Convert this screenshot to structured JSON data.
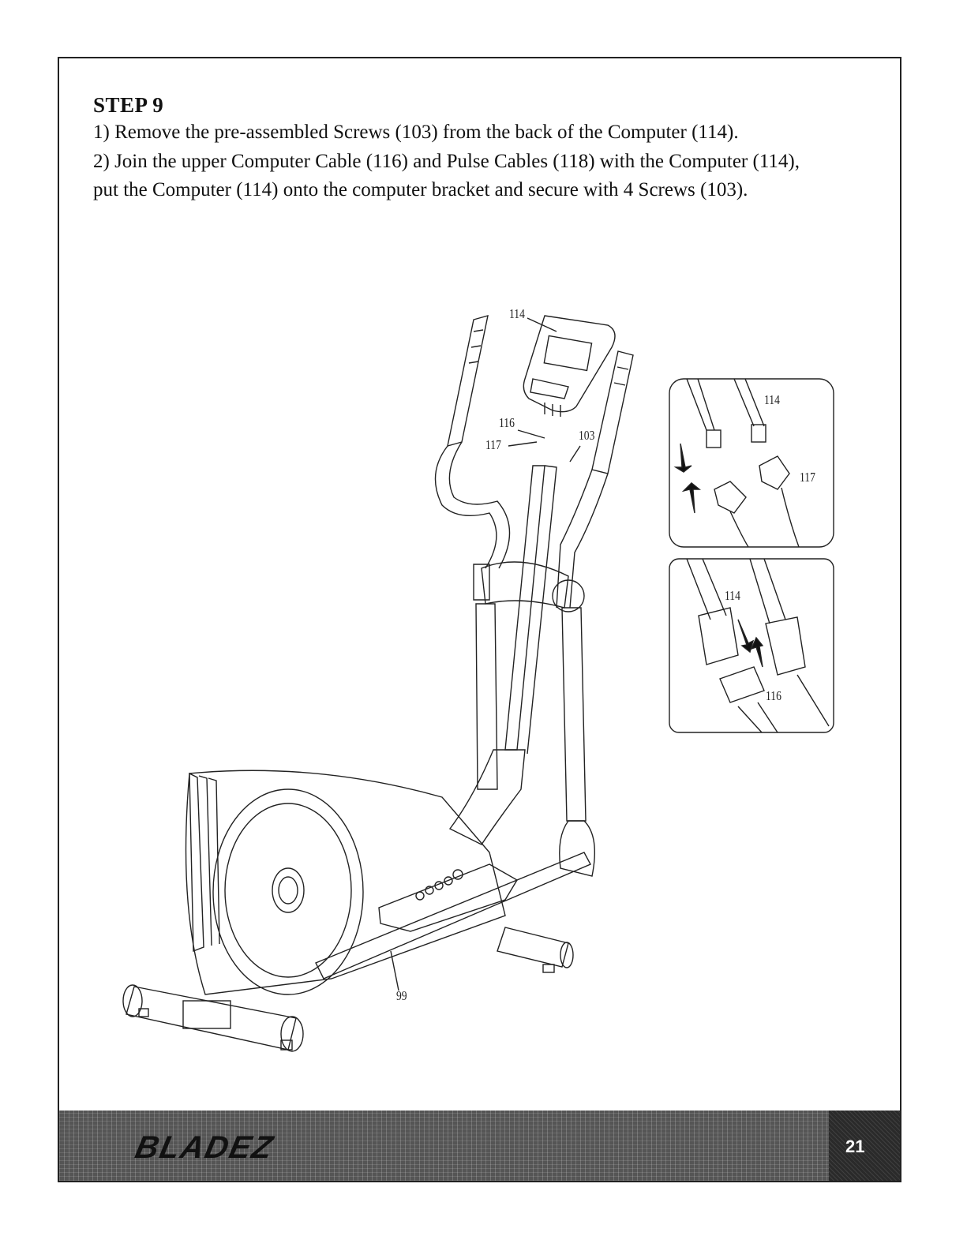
{
  "step": {
    "heading": "STEP 9",
    "instructions": [
      "1) Remove the pre-assembled Screws (103) from the back of the Computer (114).",
      "2) Join the upper Computer Cable (116) and Pulse Cables (118) with the Computer (114),",
      "put the Computer (114) onto the computer bracket and secure with 4 Screws (103)."
    ]
  },
  "callouts": {
    "main_computer": "114",
    "main_cable": "116",
    "main_pulse": "117",
    "main_screw": "103",
    "main_frame": "99",
    "inset1_computer": "114",
    "inset1_pulse": "117",
    "inset2_computer": "114",
    "inset2_cable": "116"
  },
  "footer": {
    "brand": "BLADEZ",
    "page_number": "21"
  },
  "colors": {
    "footer_band": "#555555",
    "page_box": "#2a2a2a",
    "line_art": "#222222"
  }
}
